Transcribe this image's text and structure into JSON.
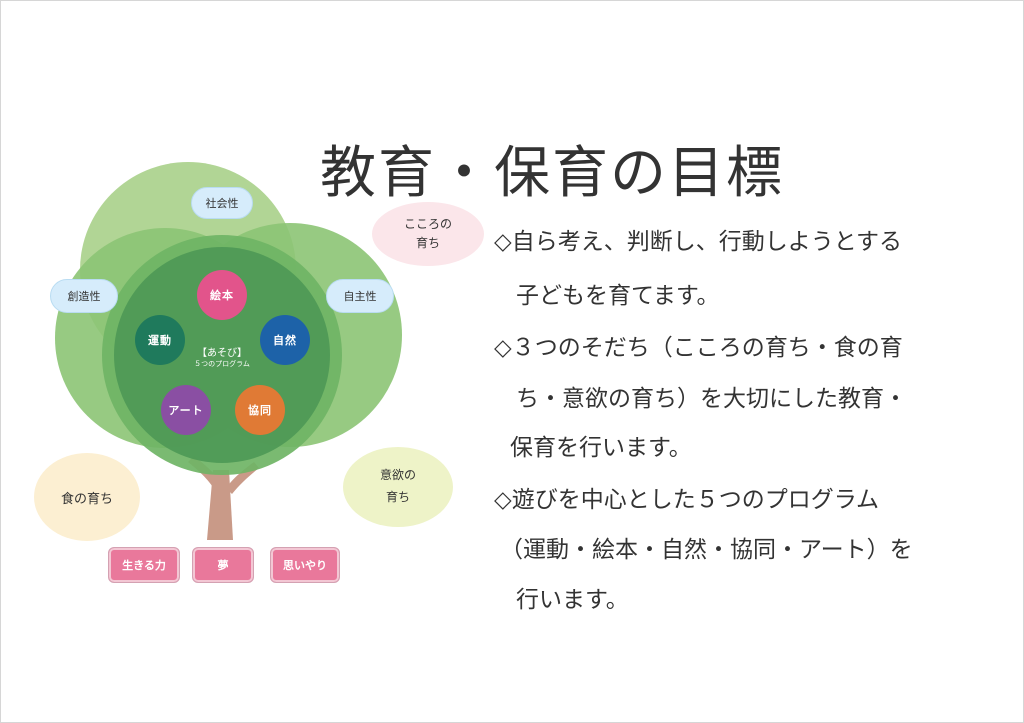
{
  "title": "教育・保育の目標",
  "body_lines": [
    "◇自ら考え、判断し、行動しようとする",
    "子どもを育てます。",
    "◇３つのそだち（こころの育ち・食の育",
    "ち・意欲の育ち）を大切にした教育・",
    "保育を行います。",
    "◇遊びを中心とした５つのプログラム",
    "（運動・絵本・自然・協同・アート）を",
    "行います。"
  ],
  "diagram": {
    "kokoro_label": "こころの\n育ち",
    "shoku_label": "食の育ち",
    "iyoku_label": "意欲の\n育ち",
    "pills": {
      "shakaisei": "社会性",
      "souzousei": "創造性",
      "jishusei": "自主性"
    },
    "programs": {
      "ehon": "絵本",
      "undou": "運動",
      "shizen": "自然",
      "art": "アート",
      "kyoudou": "協同"
    },
    "center_title": "【あそび】",
    "center_sub": "５つのプログラム",
    "roots": {
      "ikiru": "生きる力",
      "yume": "夢",
      "omoiyari": "思いやり"
    }
  },
  "colors": {
    "canopy_light": "#b5d68a",
    "canopy_mid": "#7fbf6a",
    "canopy_dark": "#4f9a56",
    "trunk": "#c99a88",
    "ehon": "#e2548b",
    "undou": "#1f7a5c",
    "shizen": "#1d62a8",
    "art": "#8a4fa3",
    "kyoudou": "#e07a35",
    "root_box": "#e9789b",
    "pill": "#d6ecfb",
    "kokoro_bg": "#fbe6ea",
    "shoku_bg": "#fcefd2",
    "iyoku_bg": "#eef3c8"
  }
}
